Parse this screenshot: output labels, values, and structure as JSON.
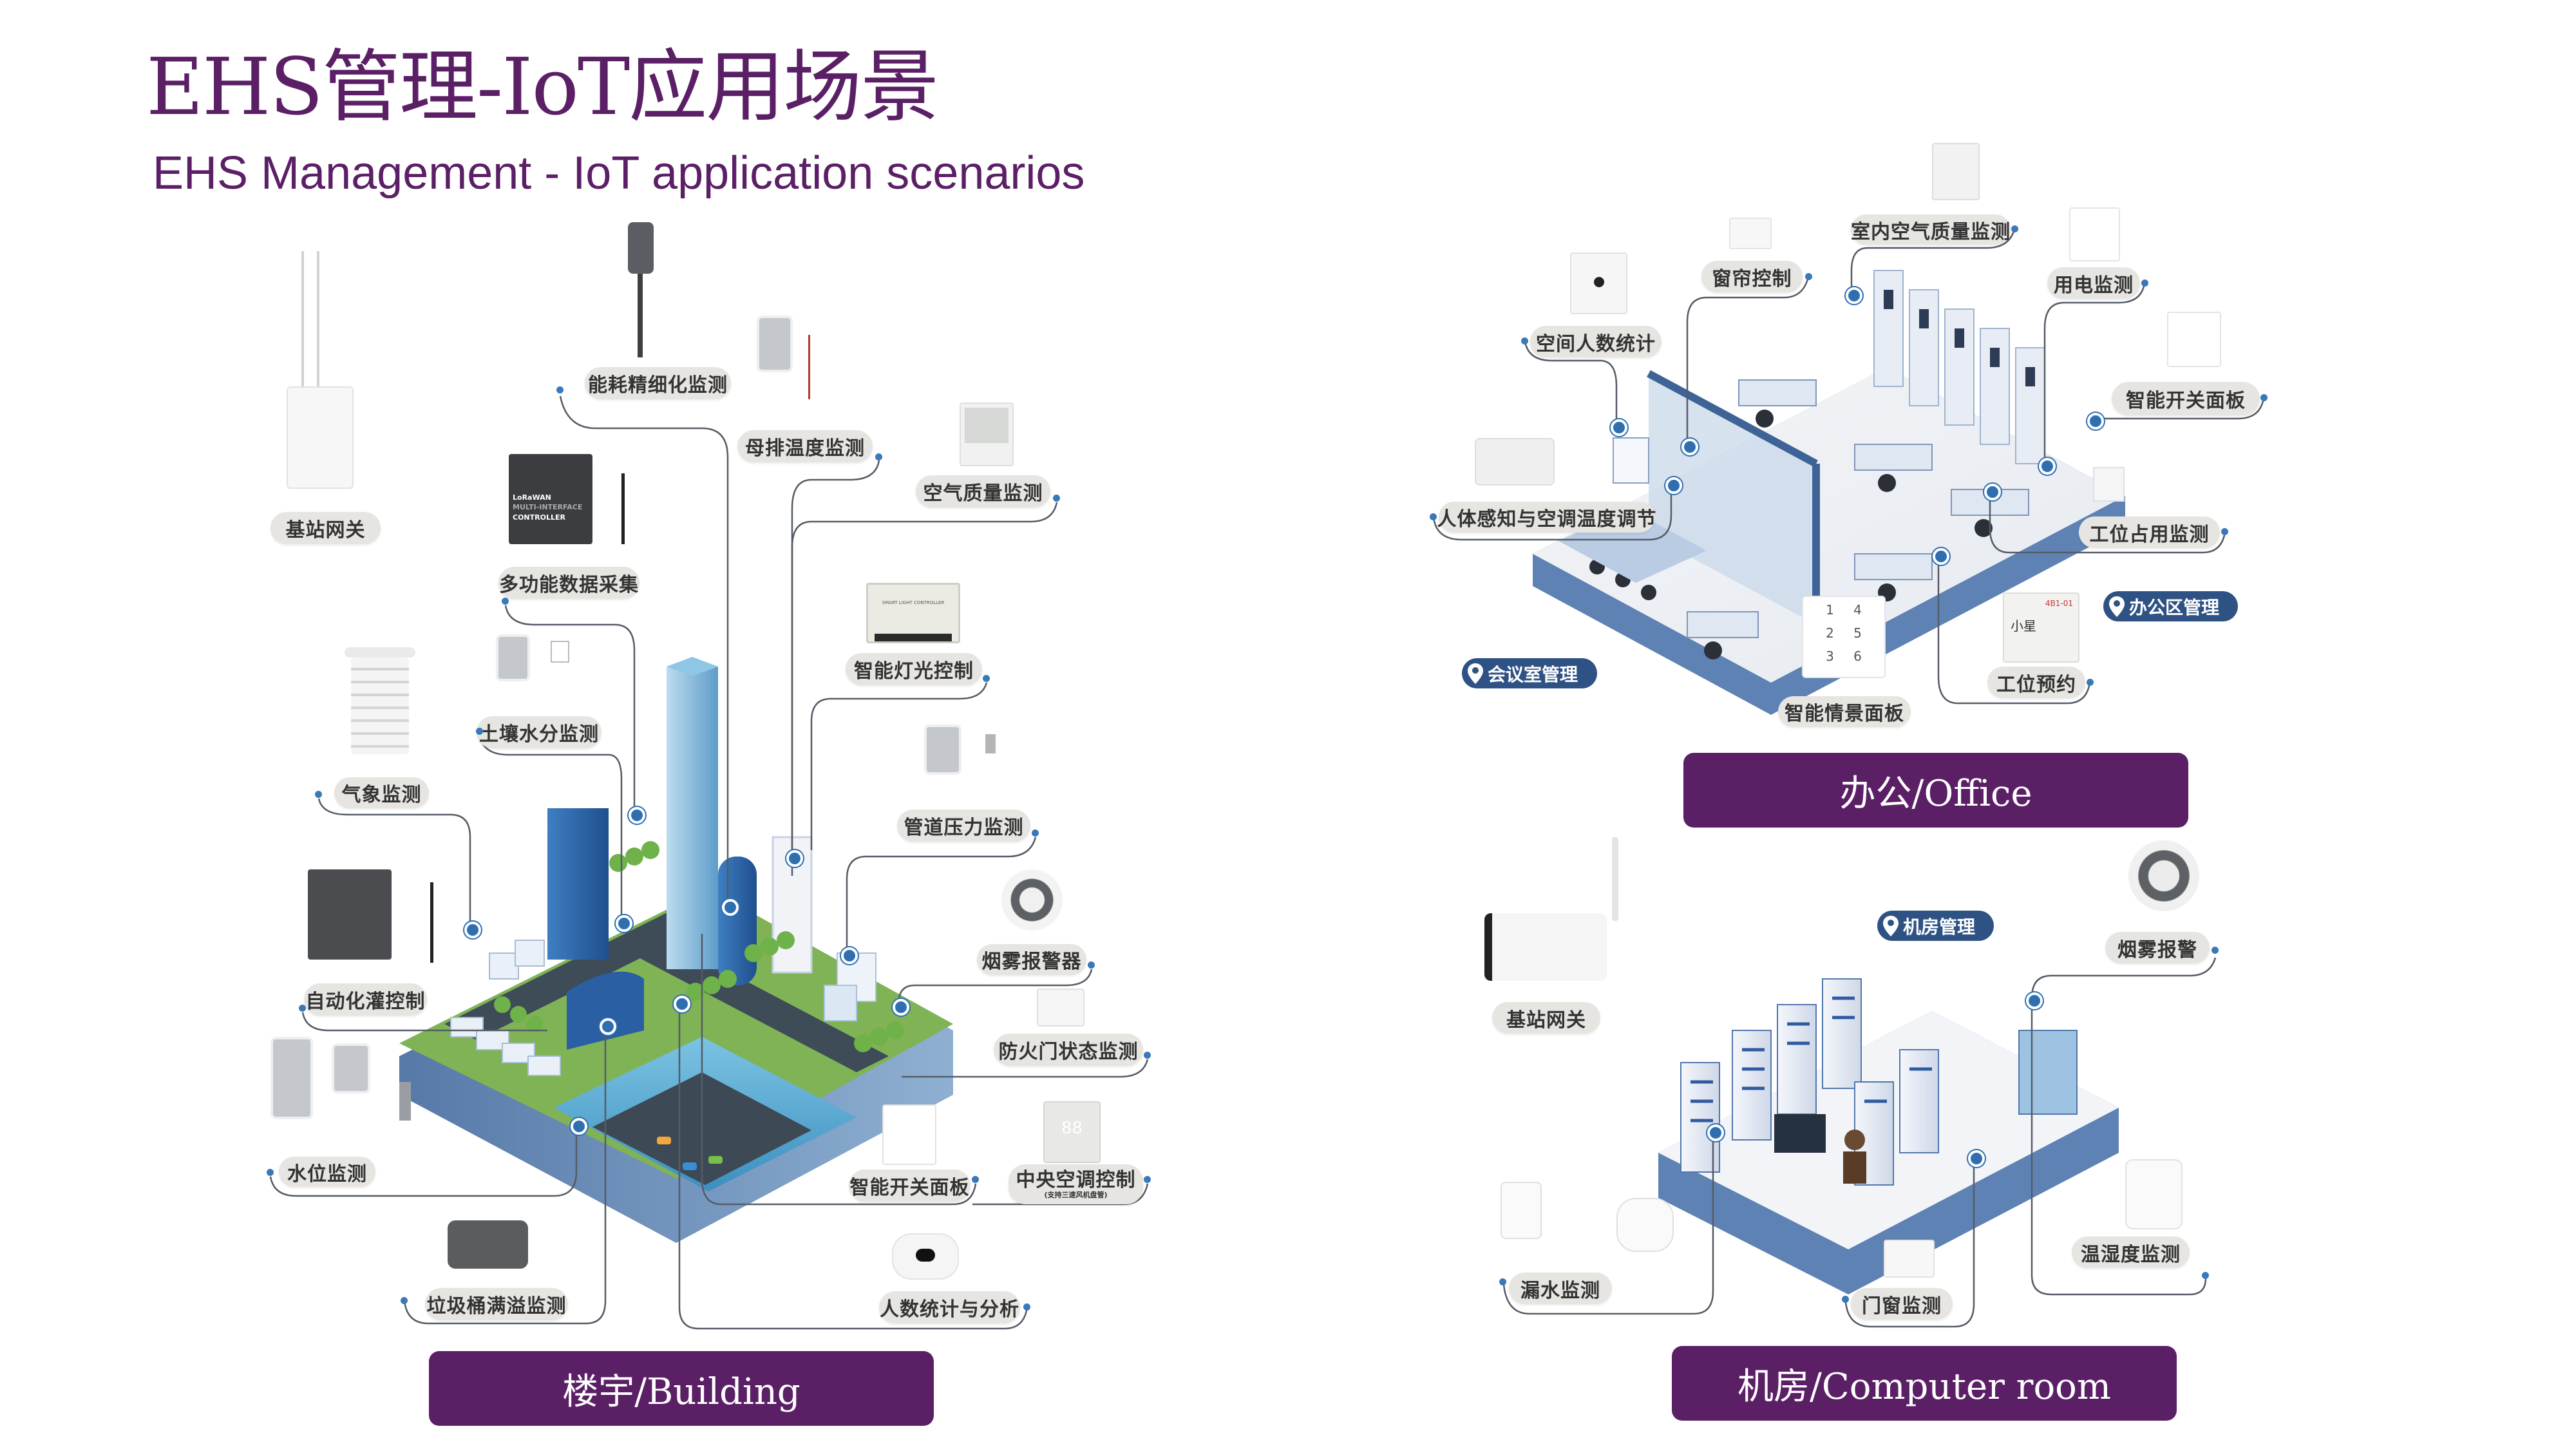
{
  "header": {
    "title": "EHS管理-IoT应用场景",
    "subtitle": "EHS Management - IoT application scenarios"
  },
  "colors": {
    "brand_purple": "#5b1f66",
    "pin_blue": "#2f5284",
    "pill_gray": "#e6e5e1",
    "connector_dot": "#3a78b8"
  },
  "building": {
    "banner": "楼宇/Building",
    "labels": [
      {
        "id": "gateway",
        "text": "基站网关"
      },
      {
        "id": "energy",
        "text": "能耗精细化监测"
      },
      {
        "id": "busbar-temp",
        "text": "母排温度监测"
      },
      {
        "id": "air-quality",
        "text": "空气质量监测"
      },
      {
        "id": "data-collector",
        "text": "多功能数据采集"
      },
      {
        "id": "light-control",
        "text": "智能灯光控制"
      },
      {
        "id": "soil-moisture",
        "text": "土壤水分监测"
      },
      {
        "id": "weather",
        "text": "气象监测"
      },
      {
        "id": "pipe-pressure",
        "text": "管道压力监测"
      },
      {
        "id": "smoke-alarm",
        "text": "烟雾报警器"
      },
      {
        "id": "irrigation",
        "text": "自动化灌控制"
      },
      {
        "id": "fire-door",
        "text": "防火门状态监测"
      },
      {
        "id": "water-level",
        "text": "水位监测"
      },
      {
        "id": "smart-switch",
        "text": "智能开关面板"
      },
      {
        "id": "hvac",
        "text": "中央空调控制",
        "sub": "(支持三速风机盘管)"
      },
      {
        "id": "bin-overflow",
        "text": "垃圾桶满溢监测"
      },
      {
        "id": "people-count",
        "text": "人数统计与分析"
      }
    ]
  },
  "office": {
    "banner": "办公/Office",
    "labels": [
      {
        "id": "indoor-air",
        "text": "室内空气质量监测"
      },
      {
        "id": "curtain",
        "text": "窗帘控制"
      },
      {
        "id": "power",
        "text": "用电监测"
      },
      {
        "id": "space-count",
        "text": "空间人数统计"
      },
      {
        "id": "smart-switch",
        "text": "智能开关面板"
      },
      {
        "id": "presence-hvac",
        "text": "人体感知与空调温度调节"
      },
      {
        "id": "desk-occupancy",
        "text": "工位占用监测"
      },
      {
        "id": "desk-booking",
        "text": "工位预约"
      },
      {
        "id": "scene-panel",
        "text": "智能情景面板"
      }
    ],
    "zones": [
      {
        "id": "office-area",
        "text": "办公区管理",
        "icon": "location-pin-icon"
      },
      {
        "id": "meeting-room",
        "text": "会议室管理",
        "icon": "location-pin-icon"
      }
    ],
    "scene_panel_keys": [
      "1",
      "4",
      "2",
      "5",
      "3",
      "6"
    ],
    "booking_display": {
      "room": "4B1-01",
      "name": "小星"
    }
  },
  "computer_room": {
    "banner": "机房/Computer room",
    "labels": [
      {
        "id": "gateway",
        "text": "基站网关"
      },
      {
        "id": "smoke",
        "text": "烟雾报警"
      },
      {
        "id": "leak",
        "text": "漏水监测"
      },
      {
        "id": "door-window",
        "text": "门窗监测"
      },
      {
        "id": "temp-humidity",
        "text": "温湿度监测"
      }
    ],
    "zones": [
      {
        "id": "server-room",
        "text": "机房管理",
        "icon": "location-pin-icon"
      }
    ]
  },
  "device_text": {
    "controller_line1": "LoRaWAN",
    "controller_line2": "MULTI-INTERFACE",
    "controller_line3": "CONTROLLER",
    "light_controller": "SMART LIGHT CONTROLLER",
    "hvac_display": "88"
  }
}
